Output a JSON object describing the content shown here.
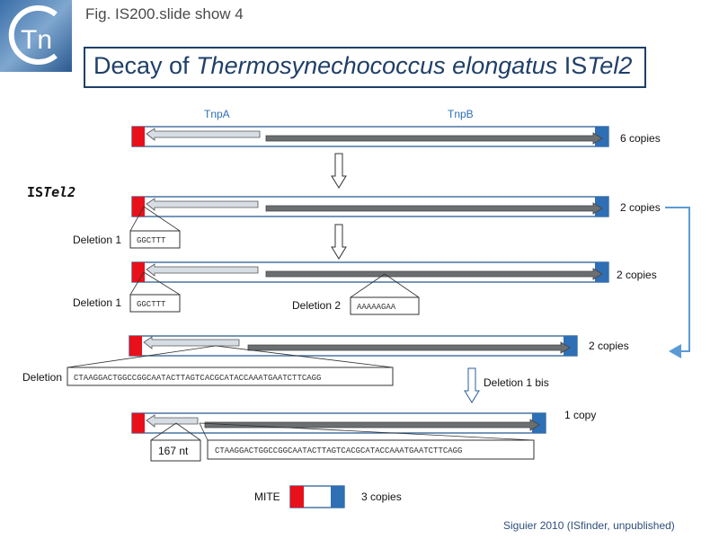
{
  "logo": {
    "text": "Tn"
  },
  "fig_label": "Fig. IS200.slide show 4",
  "title": {
    "part1": "Decay of ",
    "italic": "Thermosynechococcus elongatus",
    "part2": " IS",
    "italic2": "Tel2"
  },
  "gene_labels": {
    "tnpA": "TnpA",
    "tnpB": "TnpB"
  },
  "element_name": {
    "prefix": "IS",
    "italic": "Tel2"
  },
  "rows": [
    {
      "copies": "6 copies"
    },
    {
      "copies": "2 copies"
    },
    {
      "copies": "2 copies"
    },
    {
      "copies": "2 copies"
    },
    {
      "copies": "1 copy"
    }
  ],
  "deletions": {
    "d1a": {
      "label": "Deletion 1",
      "seq": "GGCTTT"
    },
    "d1b": {
      "label": "Deletion 1",
      "seq": "GGCTTT"
    },
    "d2": {
      "label": "Deletion 2",
      "seq": "AAAAAGAA"
    },
    "d3": {
      "label": "Deletion",
      "seq": "CTAAGGACTGGCCGGCAATACTTAGTCACGCATACCAAATGAATCTTCAGG"
    },
    "d4": {
      "nt": "167 nt",
      "seq": "CTAAGGACTGGCCGGCAATACTTAGTCACGCATACCAAATGAATCTTCAGG"
    }
  },
  "deletion_bis": "Deletion 1 bis",
  "mite": {
    "label": "MITE",
    "copies": "3 copies"
  },
  "credit": "Siguier 2010 (ISfinder, unpublished)",
  "colors": {
    "red_end": "#e8101a",
    "blue_end": "#2e6fb5",
    "frame": "#2d5f93",
    "tnpA_fill": "#d6dde4",
    "tnpB_fill": "#6b6f72",
    "title_blue": "#1f3f68",
    "connector": "#5b9bd5"
  }
}
